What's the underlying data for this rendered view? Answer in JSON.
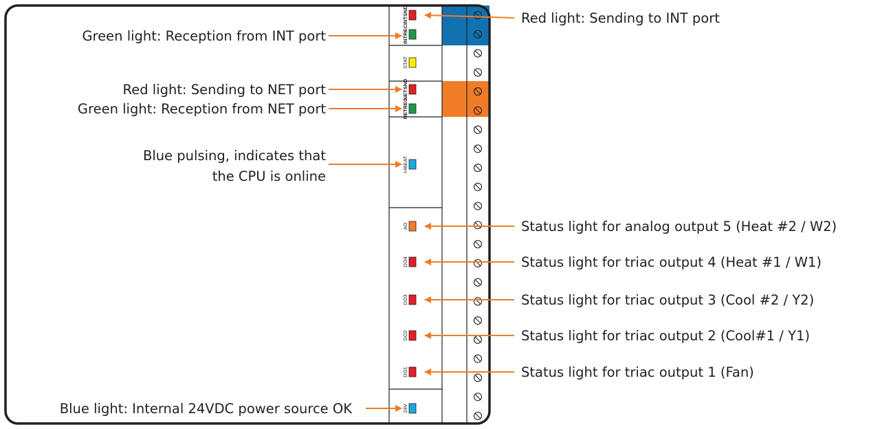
{
  "colors": {
    "frame": "#231f20",
    "arrow": "#f07c27",
    "int_block": "#1271b0",
    "net_block": "#f07c27",
    "led_red": "#e31e25",
    "led_green": "#1a9a48",
    "led_yellow": "#ffed00",
    "led_blue": "#1aa8e0",
    "led_orange": "#f07c27"
  },
  "leds": [
    {
      "id": "intsnd",
      "label": "INTSND",
      "color": "led_red"
    },
    {
      "id": "intrec",
      "label": "INTREC",
      "color": "led_green"
    },
    {
      "id": "stat",
      "label": "STAT",
      "color": "led_yellow"
    },
    {
      "id": "netsnd",
      "label": "NETSND",
      "color": "led_red"
    },
    {
      "id": "netrec",
      "label": "NETREC",
      "color": "led_green"
    },
    {
      "id": "hbeat",
      "label": "HBEAT",
      "color": "led_blue"
    },
    {
      "id": "ao",
      "label": "AO",
      "color": "led_orange"
    },
    {
      "id": "do4",
      "label": "DO4",
      "color": "led_red"
    },
    {
      "id": "do3",
      "label": "DO3",
      "color": "led_red"
    },
    {
      "id": "do2",
      "label": "DO2",
      "color": "led_red"
    },
    {
      "id": "do1",
      "label": "DO1",
      "color": "led_red"
    },
    {
      "id": "v24",
      "label": "24V",
      "color": "led_blue"
    }
  ],
  "terminal_count": 22,
  "callouts": {
    "int_send": "Red light: Sending to INT port",
    "int_rec": "Green light: Reception from INT port",
    "net_send": "Red light: Sending to NET port",
    "net_rec": "Green light: Reception from NET port",
    "hbeat_line1": "Blue pulsing, indicates that",
    "hbeat_line2": "the CPU is online",
    "ao": "Status light for analog output 5 (Heat #2 / W2)",
    "do4": "Status light for triac output 4 (Heat #1 / W1)",
    "do3": "Status light for triac output 3 (Cool #2 / Y2)",
    "do2": "Status light for triac output 2 (Cool#1 / Y1)",
    "do1": "Status light for triac output 1 (Fan)",
    "power": "Blue light: Internal 24VDC power source OK"
  }
}
